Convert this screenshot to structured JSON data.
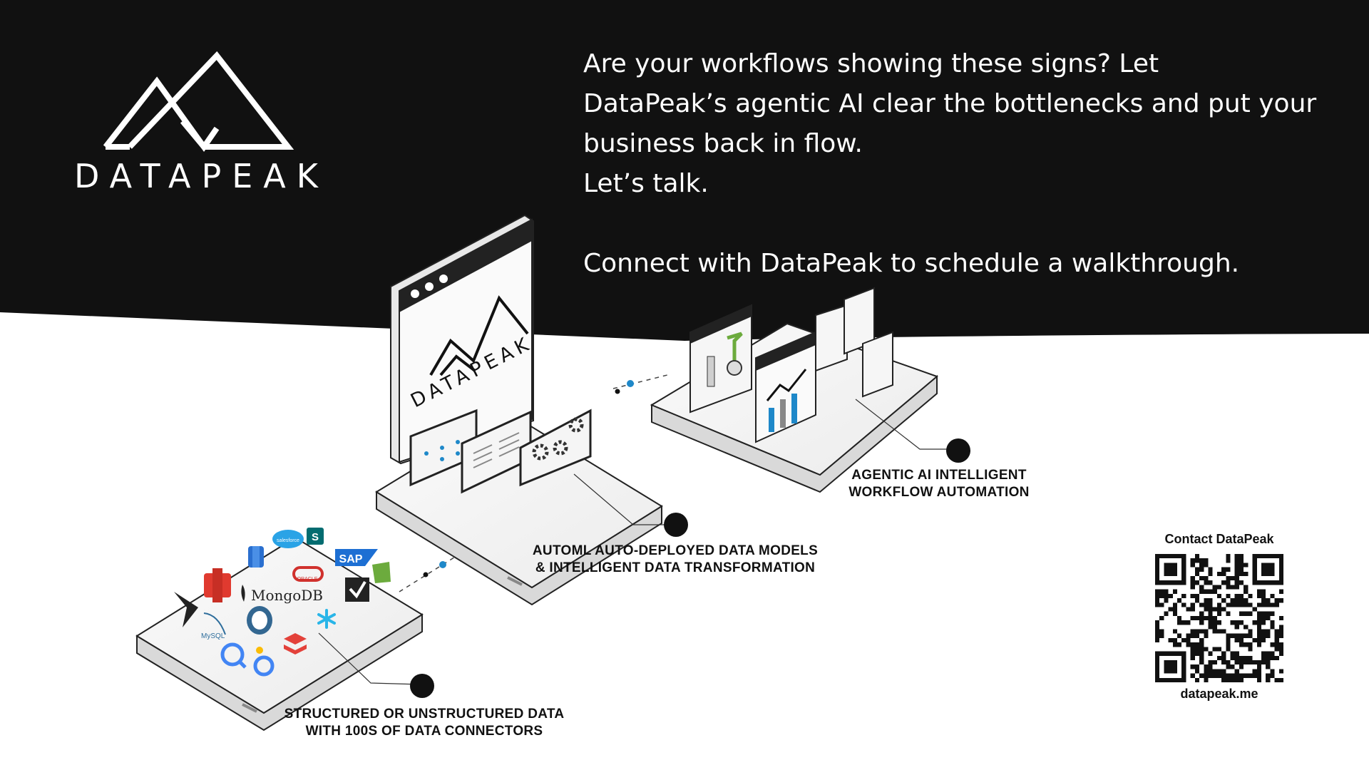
{
  "brand": {
    "name": "DATAPEAK",
    "logo_icon": "mountain-peaks-icon"
  },
  "headline": {
    "line1": "Are your workflows showing these signs? Let",
    "line2": "DataPeak’s agentic AI clear the bottlenecks and put your",
    "line3": "business back in flow.",
    "line4": "Let’s talk.",
    "line5": "Connect with DataPeak to schedule a walkthrough."
  },
  "illustration": {
    "window_brand": "DATAPEAK",
    "connectors": {
      "mongodb": "MongoDB",
      "oracle": "ORACLE",
      "sap": "SAP",
      "mysql": "MySQL",
      "salesforce": "salesforce"
    }
  },
  "callouts": {
    "data_line1": "STRUCTURED OR UNSTRUCTURED DATA",
    "data_line2": "WITH 100S OF DATA CONNECTORS",
    "automl_line1": "AUTOML AUTO-DEPLOYED DATA MODELS",
    "automl_line2": "& INTELLIGENT DATA TRANSFORMATION",
    "agentic_line1": "AGENTIC AI INTELLIGENT",
    "agentic_line2": "WORKFLOW AUTOMATION"
  },
  "contact": {
    "label": "Contact DataPeak",
    "url": "datapeak.me"
  },
  "colors": {
    "dark": "#111111",
    "accent": "#1e88c9",
    "light": "#f3f3f3"
  }
}
